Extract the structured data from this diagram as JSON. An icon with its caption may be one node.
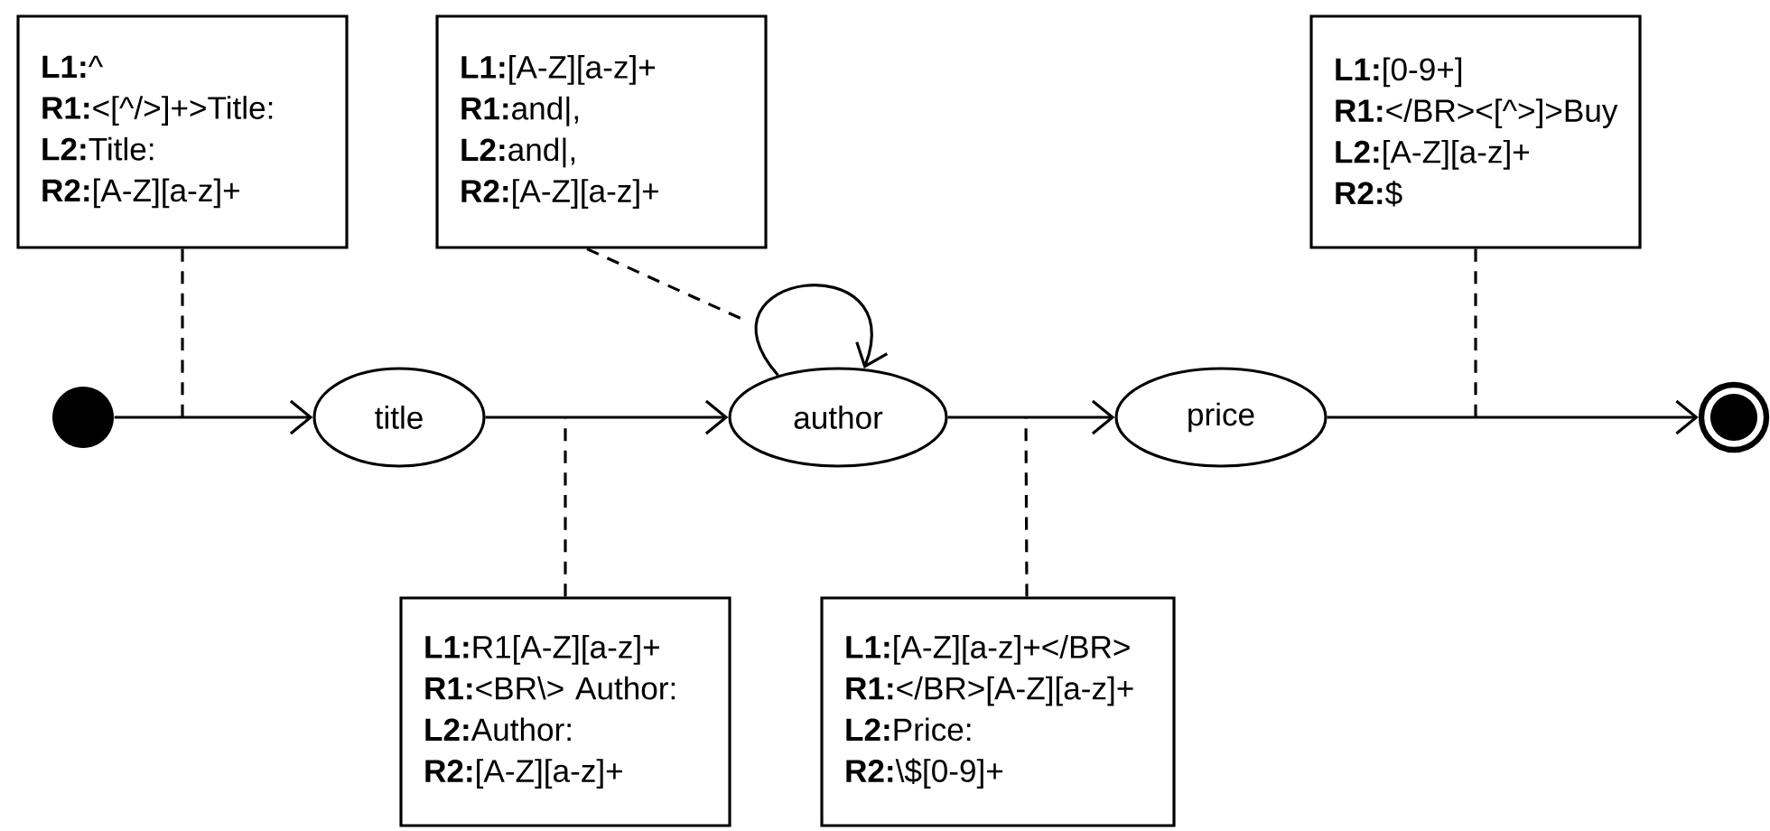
{
  "diagram": {
    "nodes": [
      {
        "text": [
          "**L1:**^",
          "**R1:**<[^/>]+>Title:",
          "**L2:**Title:",
          "**R2:**[A-Z][a-z]+"
        ]
      },
      {
        "text": [
          "**L1:**[A-Z][a-z]+",
          "**R1:**and|,",
          "**L2:**and|,",
          "**R2:**[A-Z][a-z]+"
        ]
      },
      {
        "text": [
          "**L1:**[0-9+]",
          "**R1:**</BR><[^>]>Buy",
          "**L2:**[A-Z][a-z]+",
          "**R2:**$"
        ]
      },
      {
        "text": [],
        "shape": "circle"
      },
      {
        "text": [
          "title"
        ]
      },
      {
        "text": [
          "author"
        ]
      },
      {
        "text": [
          "price"
        ]
      },
      {
        "text": [],
        "shape": "circle"
      },
      {
        "text": [
          "**L1:**R1[A-Z][a-z]+",
          "**R1:**<BR\\> Author:",
          "**L2:**Author:",
          "**R2:**[A-Z][a-z]+"
        ]
      },
      {
        "text": [
          "**L1:**[A-Z][a-z]+</BR>",
          "**R1:**</BR>[A-Z][a-z]+",
          "**L2:**Price:",
          "**R2:**\\$[0-9]+"
        ]
      }
    ],
    "edges": [
      {
        "from": 3,
        "to": 4,
        "arrow": "to"
      },
      {
        "from": 4,
        "to": 5,
        "arrow": "to"
      },
      {
        "from": 5,
        "to": 5,
        "arrow": "to"
      },
      {
        "from": 5,
        "to": 6,
        "arrow": "to"
      },
      {
        "from": 6,
        "to": 7,
        "arrow": "to"
      },
      {
        "from": 0,
        "to": null,
        "arrow": "none",
        "style": "dashed"
      },
      {
        "from": 1,
        "to": null,
        "arrow": "none",
        "style": "dashed"
      },
      {
        "from": 2,
        "to": null,
        "arrow": "none",
        "style": "dashed"
      },
      {
        "from": 8,
        "to": null,
        "arrow": "none",
        "style": "dashed"
      },
      {
        "from": 9,
        "to": null,
        "arrow": "none",
        "style": "dashed"
      }
    ]
  }
}
